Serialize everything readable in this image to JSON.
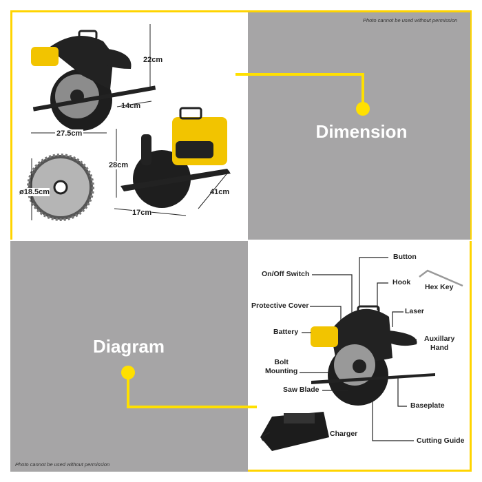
{
  "watermark": "Photo cannot be used without permission",
  "dimension_section": {
    "title": "Dimension",
    "measurements": {
      "height": "22cm",
      "depth": "14cm",
      "length": "27.5cm",
      "side_height": "28cm",
      "side_width": "17cm",
      "side_length": "41cm",
      "blade_diameter": "ø18.5cm"
    }
  },
  "diagram_section": {
    "title": "Diagram",
    "callouts": {
      "button": "Button",
      "on_off_switch": "On/Off Switch",
      "hook": "Hook",
      "hex_key": "Hex Key",
      "protective_cover": "Protective Cover",
      "laser": "Laser",
      "battery": "Battery",
      "auxiliary_hand_1": "Auxillary",
      "auxiliary_hand_2": "Hand",
      "bolt_mounting_1": "Bolt",
      "bolt_mounting_2": "Mounting",
      "saw_blade": "Saw Blade",
      "baseplate": "Baseplate",
      "charger": "Charger",
      "cutting_guide": "Cutting Guide"
    }
  },
  "colors": {
    "accent": "#ffe000",
    "panel_gray": "#a6a5a6",
    "tool_body": "#1c1c1c",
    "tool_yellow": "#f2c400"
  }
}
